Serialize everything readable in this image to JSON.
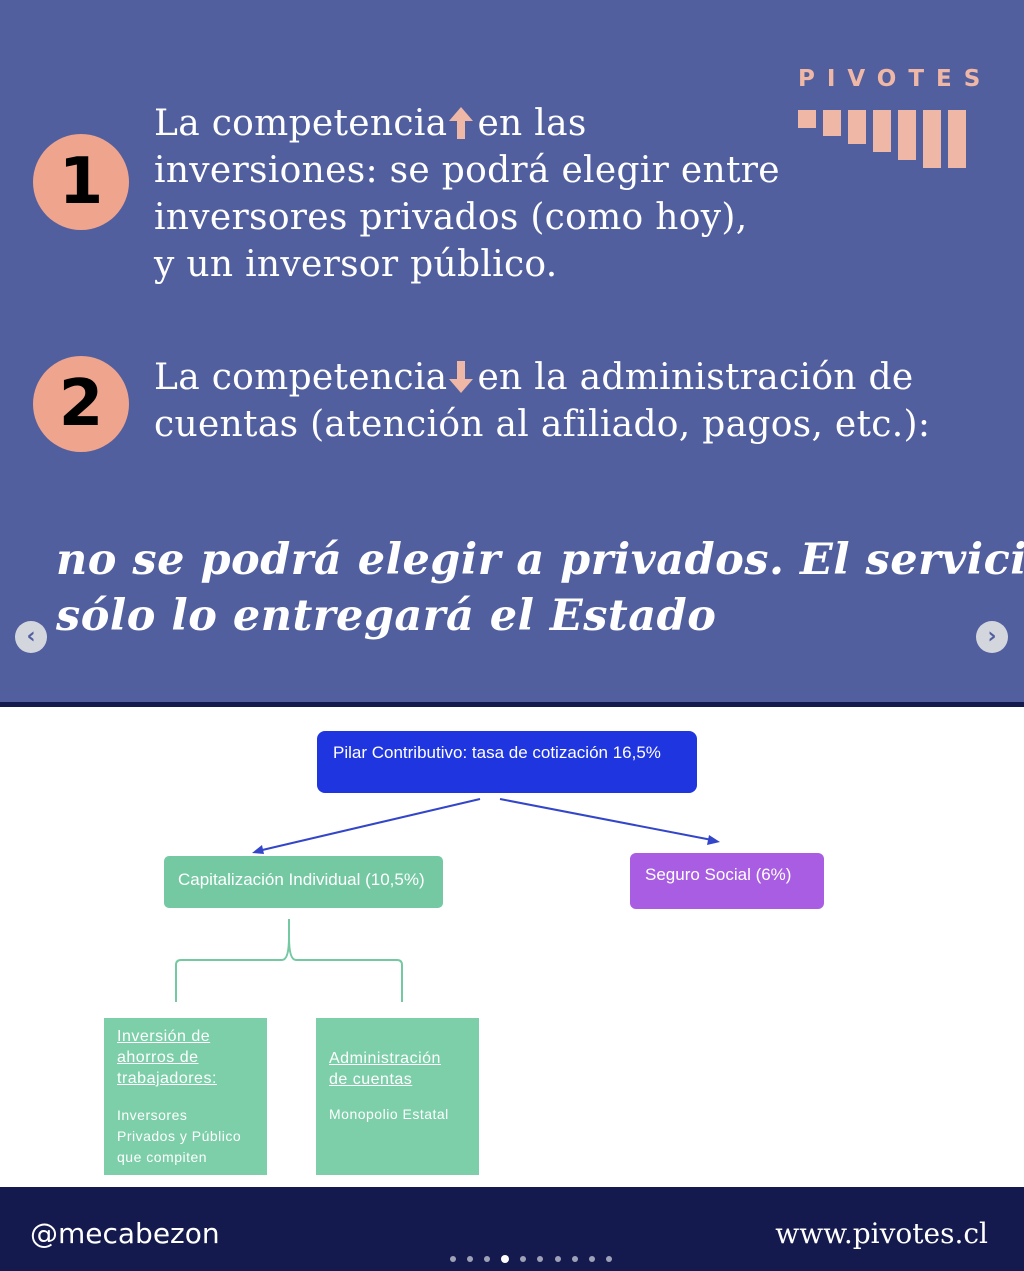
{
  "brand": {
    "name": "PIVOTES",
    "color": "#efb7a6"
  },
  "points": [
    {
      "number": "1",
      "lines": [
        "La competencia",
        "en las",
        "inversiones: se podrá elegir entre",
        "inversores privados (como hoy),",
        "y un inversor público."
      ],
      "arrow": "up"
    },
    {
      "number": "2",
      "lines": [
        "La competencia",
        "en la administración de",
        "cuentas (atención al afiliado, pagos, etc.):"
      ],
      "arrow": "down"
    }
  ],
  "highlight": [
    "no se podrá elegir a privados. El servicio",
    "sólo lo entregará el Estado"
  ],
  "nav": {
    "prev_icon": "‹",
    "next_icon": "›"
  },
  "diagram": {
    "root": "Pilar Contributivo: tasa de cotización 16,5%",
    "left": "Capitalización Individual (10,5%)",
    "right": "Seguro Social  (6%)",
    "investment": {
      "title": [
        "Inversión de",
        "ahorros de",
        "trabajadores:"
      ],
      "body": [
        "Inversores",
        "Privados y Público",
        "que compiten"
      ]
    },
    "administration": {
      "title": [
        "Administración",
        "de cuentas"
      ],
      "body": [
        "Monopolio Estatal"
      ]
    },
    "colors": {
      "root": "#1f35e0",
      "capitalization": "#74c9a3",
      "social": "#a85de2",
      "arrow": "#3346c9"
    }
  },
  "footer": {
    "handle": "@mecabezon",
    "url": "www.pivotes.cl",
    "total_slides": 10,
    "active_slide": 4
  }
}
